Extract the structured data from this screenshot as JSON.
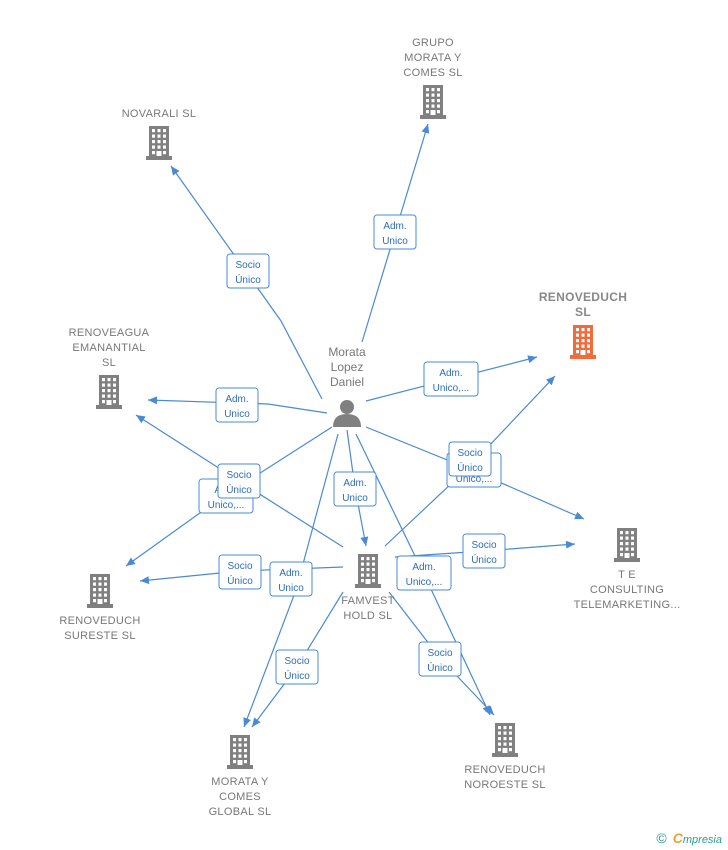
{
  "colors": {
    "edge": "#4a8ad4",
    "building": "#808080",
    "focus_building": "#f26b3a"
  },
  "person": {
    "id": "person",
    "label_lines": [
      "Morata",
      "Lopez",
      "Daniel"
    ],
    "icon": "person-icon"
  },
  "companies": [
    {
      "id": "grupo_morata",
      "label_lines": [
        "GRUPO",
        "MORATA Y",
        "COMES SL"
      ],
      "focus": false,
      "icon": "building-icon"
    },
    {
      "id": "novarali",
      "label_lines": [
        "NOVARALI SL"
      ],
      "focus": false,
      "icon": "building-icon"
    },
    {
      "id": "renoveduch_sl",
      "label_lines": [
        "RENOVEDUCH",
        "SL"
      ],
      "focus": true,
      "icon": "building-icon"
    },
    {
      "id": "renoveagua",
      "label_lines": [
        "RENOVEAGUA",
        "EMANANTIAL",
        "SL"
      ],
      "focus": false,
      "icon": "building-icon"
    },
    {
      "id": "famvest",
      "label_lines": [
        "FAMVEST",
        "HOLD SL"
      ],
      "focus": false,
      "icon": "building-icon"
    },
    {
      "id": "te_consulting",
      "label_lines": [
        "T E",
        "CONSULTING",
        "TELEMARKETING..."
      ],
      "focus": false,
      "icon": "building-icon"
    },
    {
      "id": "renoveduch_sureste",
      "label_lines": [
        "RENOVEDUCH",
        "SURESTE SL"
      ],
      "focus": false,
      "icon": "building-icon"
    },
    {
      "id": "morata_global",
      "label_lines": [
        "MORATA Y",
        "COMES",
        "GLOBAL SL"
      ],
      "focus": false,
      "icon": "building-icon"
    },
    {
      "id": "renoveduch_noroeste",
      "label_lines": [
        "RENOVEDUCH",
        "NOROESTE SL"
      ],
      "focus": false,
      "icon": "building-icon"
    }
  ],
  "relations": [
    {
      "from": "person",
      "to": "grupo_morata",
      "label_lines": [
        "Adm.",
        "Unico"
      ]
    },
    {
      "from": "person",
      "to": "novarali",
      "label_lines": [
        "Socio",
        "Único"
      ]
    },
    {
      "from": "person",
      "to": "renoveduch_sl",
      "label_lines": [
        "Adm.",
        "Unico,..."
      ]
    },
    {
      "from": "person",
      "to": "renoveagua",
      "label_lines": [
        "Adm.",
        "Unico"
      ]
    },
    {
      "from": "person",
      "to": "renoveduch_sureste",
      "label_lines": [
        "Adm.",
        "Unico,..."
      ]
    },
    {
      "from": "person",
      "to": "famvest",
      "label_lines": [
        "Adm.",
        "Unico"
      ]
    },
    {
      "from": "person",
      "to": "te_consulting",
      "label_lines": [
        "Adm.",
        "Unico,..."
      ]
    },
    {
      "from": "person",
      "to": "morata_global",
      "label_lines": [
        "Adm.",
        "Unico"
      ]
    },
    {
      "from": "person",
      "to": "renoveduch_noroeste",
      "label_lines": [
        "Adm.",
        "Unico,..."
      ]
    },
    {
      "from": "famvest",
      "to": "renoveagua",
      "label_lines": [
        "Socio",
        "Único"
      ]
    },
    {
      "from": "famvest",
      "to": "renoveduch_sureste",
      "label_lines": [
        "Socio",
        "Único"
      ]
    },
    {
      "from": "famvest",
      "to": "renoveduch_sl",
      "label_lines": [
        "Socio",
        "Único"
      ]
    },
    {
      "from": "famvest",
      "to": "te_consulting",
      "label_lines": [
        "Socio",
        "Único"
      ]
    },
    {
      "from": "famvest",
      "to": "morata_global",
      "label_lines": [
        "Socio",
        "Único"
      ]
    },
    {
      "from": "famvest",
      "to": "renoveduch_noroeste",
      "label_lines": [
        "Socio",
        "Único"
      ]
    }
  ],
  "footer": {
    "copyright": "©",
    "brand_initial": "C",
    "brand_rest": "mpresia"
  }
}
